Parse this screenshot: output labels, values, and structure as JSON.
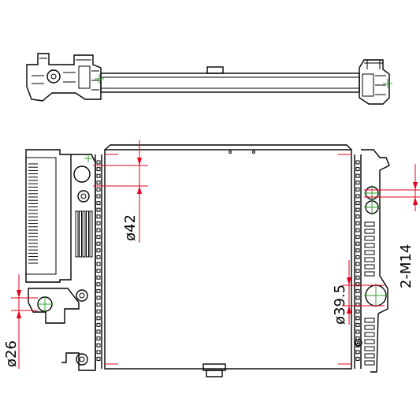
{
  "dimensions": {
    "d42": "ø42",
    "d39_5": "ø39.5",
    "d26": "ø26",
    "m14": "2-M14"
  },
  "colors": {
    "line": "#000000",
    "dimension": "#e3001b",
    "center_mark": "#2fa02f"
  }
}
